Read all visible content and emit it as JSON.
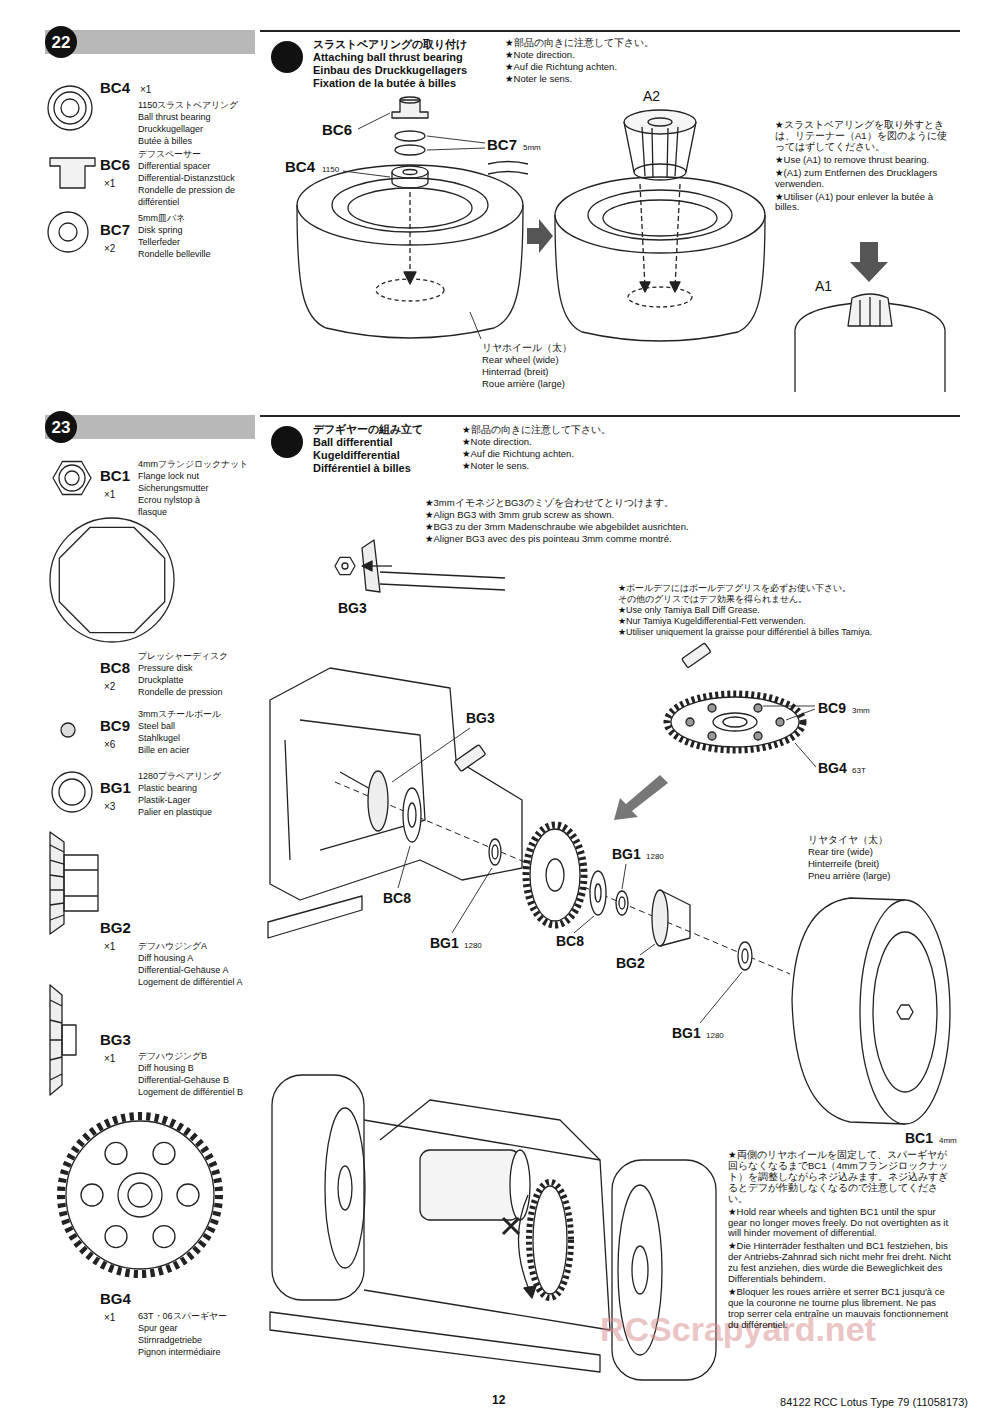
{
  "diagram": {
    "nodes": [
      {
        "text": [
          "22"
        ]
      },
      {
        "text": [
          "スラストベアリングの取り付け",
          "Attaching ball thrust bearing",
          "Einbau des Druckkugellagers",
          "Fixation de la butée à billes"
        ]
      },
      {
        "text": [
          "22"
        ],
        "in": 1
      },
      {
        "text": [
          "23"
        ]
      },
      {
        "text": [
          "デフギヤーの組み立て",
          "Ball differential",
          "Kugeldifferential",
          "Différentiel à billes"
        ]
      },
      {
        "text": [
          "23"
        ],
        "in": 4
      }
    ],
    "labels": [
      "BC4",
      "×1",
      "1150スラストベアリング",
      "Ball thrust bearing",
      "Druckkugellager",
      "Butée à billes",
      "BC6",
      "×1",
      "デフスペーサー",
      "Differential spacer",
      "Differential-Distanzstück",
      "Rondelle de pression de",
      "différentiel",
      "BC7",
      "×2",
      "5mm皿バネ",
      "Disk spring",
      "Tellerfeder",
      "Rondelle belleville",
      "★部品の向きに注意して下さい。",
      "★Note direction.",
      "★Auf die Richtung achten.",
      "★Noter le sens.",
      "BC6",
      "BC4",
      "1150",
      "BC7",
      "5mm",
      "A2",
      "リヤホイール（太）",
      "Rear wheel (wide)",
      "Hinterrad (breit)",
      "Roue arrière (large)",
      "★スラストベアリングを取り外すときは、リテーナー（A1）を図のように使ってはずしてください。",
      "★Use (A1) to remove thrust bearing.",
      "★(A1) zum Entfernen des Drucklagers verwenden.",
      "★Utiliser (A1) pour enlever la butée à billes.",
      "A1",
      "BC1",
      "×1",
      "4mmフランジロックナット",
      "Flange lock nut",
      "Sicherungsmutter",
      "Ecrou nylstop à",
      "flasque",
      "BC8",
      "×2",
      "プレッシャーディスク",
      "Pressure disk",
      "Druckplatte",
      "Rondelle de pression",
      "BC9",
      "×6",
      "3mmスチールボール",
      "Steel ball",
      "Stahlkugel",
      "Bille en acier",
      "BG1",
      "×3",
      "1280プラベアリング",
      "Plastic bearing",
      "Plastik-Lager",
      "Palier en plastique",
      "BG2",
      "×1",
      "デフハウジングA",
      "Diff housing A",
      "Differential-Gehäuse A",
      "Logement de différentiel A",
      "BG3",
      "×1",
      "デフハウジングB",
      "Diff housing B",
      "Differential-Gehäuse B",
      "Logement de différentiel B",
      "BG4",
      "×1",
      "63T・06スパーギヤー",
      "Spur gear",
      "Stirnradgetriebe",
      "Pignon intermédiaire",
      "★部品の向きに注意して下さい。",
      "★Note direction.",
      "★Auf die Richtung achten.",
      "★Noter le sens.",
      "★3mmイモネジとBG3のミゾを合わせてとりつけます。",
      "★Align BG3 with 3mm grub screw as shown.",
      "★BG3 zu der 3mm Madenschraube wie abgebildet ausrichten.",
      "★Aligner BG3 avec des pis pointeau 3mm comme montré.",
      "BG3",
      "★ボールデフにはボールデフグリスを必ずお使い下さい。",
      "その他のグリスではデフ効果を得られません。",
      "★Use only Tamiya Ball Diff Grease.",
      "★Nur Tamiya Kugeldifferential-Fett verwenden.",
      "★Utiliser uniquement la graisse pour différentiel à billes Tamiya.",
      "BC9",
      "3mm",
      "BG4",
      "63T",
      "BG3",
      "BC8",
      "BG1",
      "1280",
      "BG1",
      "1280",
      "BC8",
      "BG2",
      "BG1",
      "1280",
      "リヤタイヤ（太）",
      "Rear tire (wide)",
      "Hinterreife (breit)",
      "Pneu arrière (large)",
      "BC1",
      "4mm",
      "★両側のリヤホイールを固定して、スパーギヤが回らなくなるまでBC1（4mmフランジロックナット）を調整しながらネジ込みます。ネジ込みすぎるとデフが作動しなくなるので注意してください。",
      "★Hold rear wheels and tighten BC1 until the spur gear no longer moves freely. Do not overtighten as it will hinder movement of differential.",
      "★Die Hinterräder festhalten und BC1 festziehen, bis der Antriebs-Zahnrad sich nicht mehr frei dreht. Nicht zu fest anziehen, dies würde die Beweglichkeit des Differentials behindern.",
      "★Bloquer les roues arrière et serrer BC1 jusqu'à ce que la couronne ne tourne plus librement. Ne pas trop serrer cela entraîne un mauvais fonctionnement du différentiel.",
      "12",
      "84122 RCC Lotus Type 79 (11058173)",
      "RCScrapyard.net"
    ]
  }
}
